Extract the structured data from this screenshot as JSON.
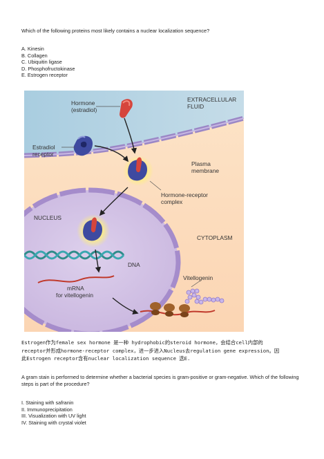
{
  "question1": {
    "text": "Which of the following proteins most likely contains a nuclear localization sequence?",
    "options": [
      "A. Kinesin",
      "B. Collagen",
      "C. Ubiquitin ligase",
      "D. Phosphofructokinase",
      "E. Estrogen receptor"
    ]
  },
  "figure": {
    "extracellular_fluid": [
      "EXTRACELLULAR",
      "FLUID"
    ],
    "hormone": [
      "Hormone",
      "(estradiol)"
    ],
    "estradiol_receptor": [
      "Estradiol",
      "receptor"
    ],
    "plasma_membrane": [
      "Plasma",
      "membrane"
    ],
    "hormone_receptor_complex": [
      "Hormone-receptor",
      "complex"
    ],
    "nucleus": "NUCLEUS",
    "cytoplasm": "CYTOPLASM",
    "dna": "DNA",
    "vitellogenin": "Vitellogenin",
    "mrna": [
      "mRNA",
      "for vitellogenin"
    ]
  },
  "explanation": [
    "Estrogen作为female sex hormone 是一种 hydrophobic的steroid hormone，会结合cell内部的",
    "receptor并形成hormone-receptor complex，进一步进入Nucleus去regulation gene expression。因",
    "此Estrogen receptor含有nuclear localization sequence 选E."
  ],
  "question2": {
    "text": "A gram stain is performed to determine whether a bacterial species is gram-positive or gram-negative. Which of the following steps is part of the procedure?",
    "options": [
      "I. Staining with safranin",
      "II. Immunoprecipitation",
      "III. Visualization with UV light",
      "IV. Staining with crystal violet"
    ]
  }
}
